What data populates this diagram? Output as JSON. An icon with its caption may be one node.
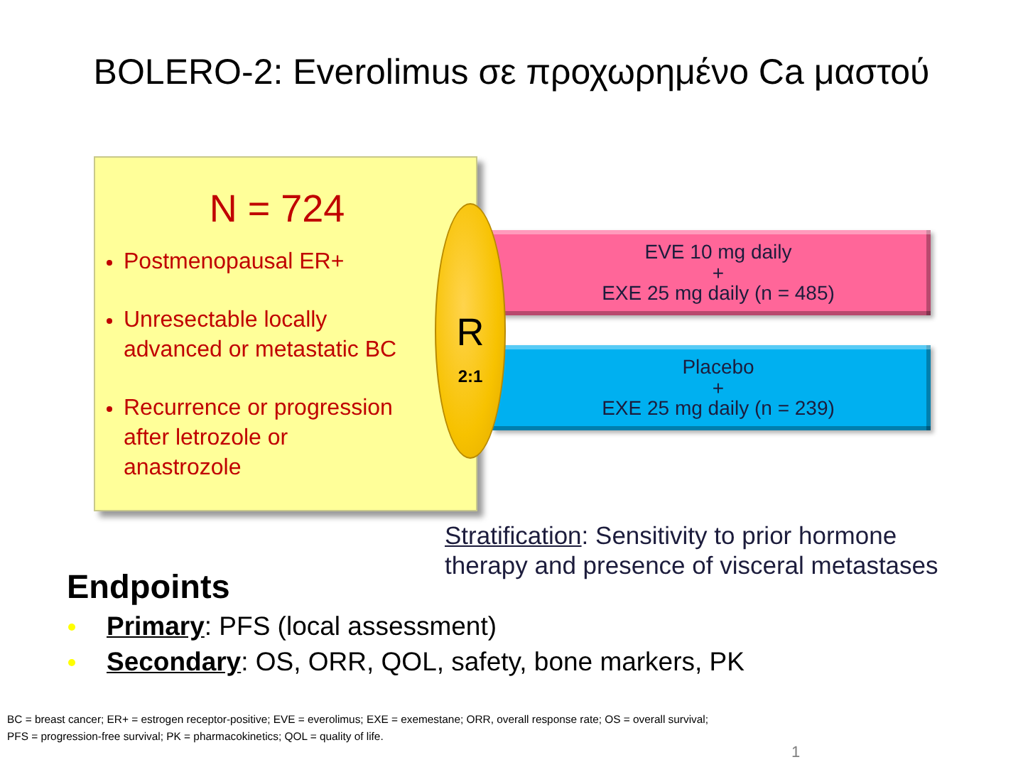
{
  "diagram": {
    "title": "BOLERO-2: Everolimus σε προχωρημένο Ca μαστού",
    "nodes": [
      {
        "text": [
          "N = 724",
          "Postmenopausal ER+",
          "Unresectable locally advanced or metastatic BC",
          "Recurrence or progression after letrozole or anastrozole"
        ]
      },
      {
        "text": [
          "R",
          "2:1"
        ]
      },
      {
        "text": [
          "EVE 10 mg daily",
          "+",
          "EXE 25 mg daily (n = 485)"
        ]
      },
      {
        "text": [
          "Placebo",
          "+",
          "EXE 25 mg daily (n = 239)"
        ]
      }
    ],
    "labels": [
      "Stratification: Sensitivity to prior hormone therapy and presence of visceral metastases",
      "Endpoints",
      "**Primary**: PFS (local assessment)",
      "**Secondary**: OS, ORR, QOL, safety, bone markers, PK",
      "BC = breast cancer; ER+ = estrogen receptor-positive; EVE = everolimus; EXE = exemestane; ORR, overall response rate; OS = overall survival; PFS = progression-free survival; PK = pharmacokinetics; QOL = quality of life.",
      "1"
    ]
  }
}
